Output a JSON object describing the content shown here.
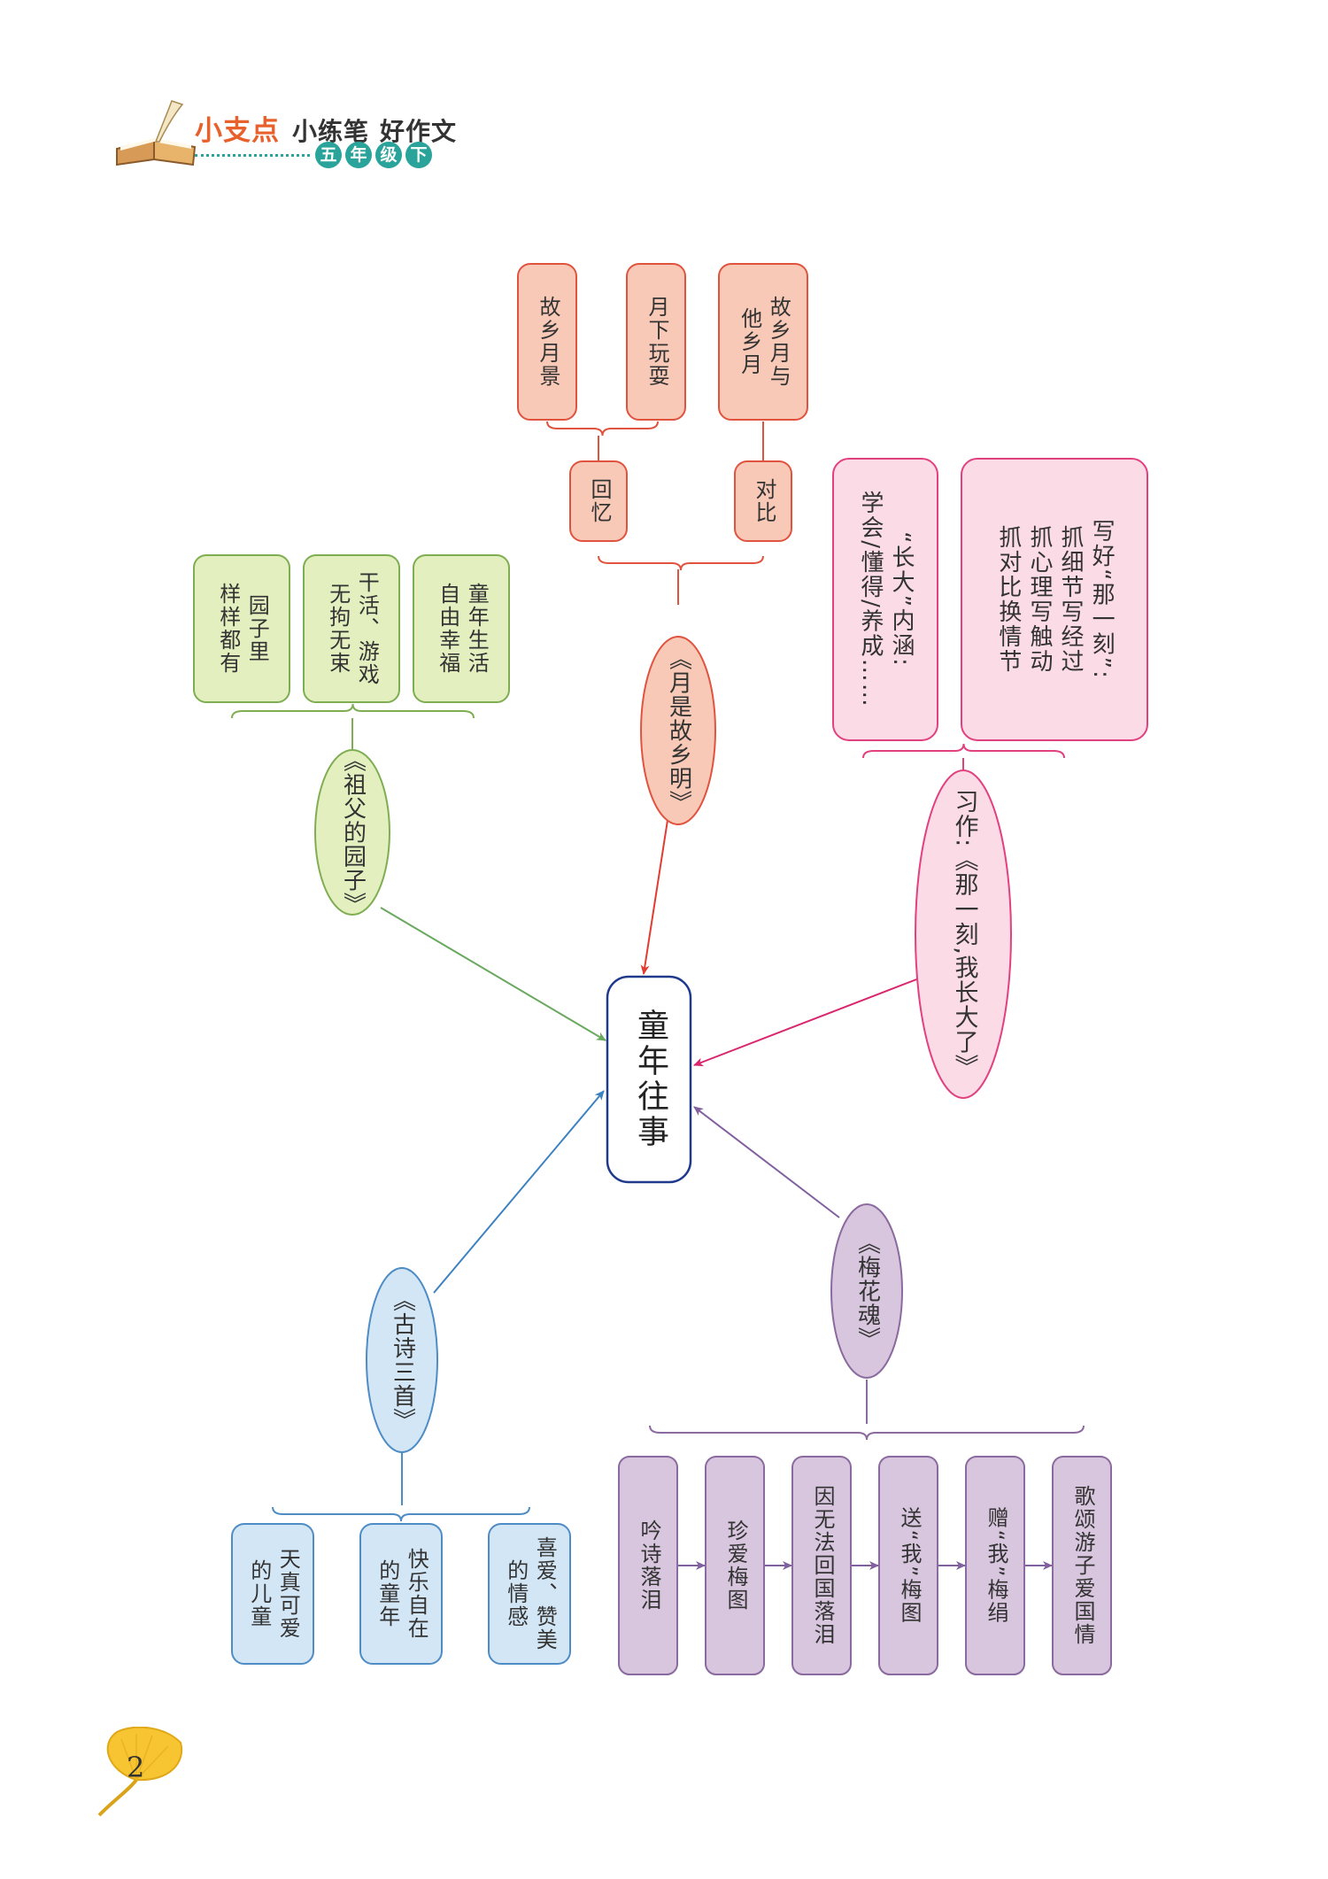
{
  "header": {
    "brand": "小支点",
    "subtitle_1": "小练笔",
    "subtitle_2": "好作文",
    "grade_chars": [
      "五",
      "年",
      "级",
      "下"
    ]
  },
  "page_number": "2",
  "center": {
    "text": "童年往事",
    "stroke": "#1f3a8c"
  },
  "branches": [
    {
      "id": "grandfather-garden",
      "title": "《祖父的园子》",
      "fill": "#e3efbf",
      "stroke": "#7fae52",
      "arrow": "#6aa95f",
      "children": [
        {
          "lines": [
            "园子里",
            "样样都有"
          ]
        },
        {
          "lines": [
            "干活、游戏",
            "无拘无束"
          ]
        },
        {
          "lines": [
            "童年生活",
            "自由幸福"
          ]
        }
      ]
    },
    {
      "id": "moon-hometown",
      "title": "《月是故乡明》",
      "fill": "#f8c9b7",
      "stroke": "#e0533f",
      "arrow": "#e23b32",
      "mid": [
        {
          "text": "回忆",
          "children": [
            {
              "lines": [
                "故乡月景"
              ]
            },
            {
              "lines": [
                "月下玩耍"
              ]
            }
          ]
        },
        {
          "text": "对比",
          "children": [
            {
              "lines": [
                "故乡月与",
                "他乡月"
              ]
            }
          ]
        }
      ]
    },
    {
      "id": "that-moment",
      "title": "习作:《那一刻,我长大了》",
      "fill": "#fbdbe5",
      "stroke": "#e2407f",
      "arrow": "#d9266e",
      "children": [
        {
          "lines": [
            "“长大”内涵:",
            "学会/懂得/养成……"
          ]
        },
        {
          "lines": [
            "写好“那一刻”:",
            "抓细节写经过",
            "抓心理写触动",
            "抓对比换情节"
          ]
        }
      ]
    },
    {
      "id": "ancient-poems",
      "title": "《古诗三首》",
      "fill": "#d3e6f5",
      "stroke": "#4d8cc4",
      "arrow": "#3d82c0",
      "children": [
        {
          "lines": [
            "天真可爱",
            "的儿童"
          ]
        },
        {
          "lines": [
            "快乐自在",
            "的童年"
          ]
        },
        {
          "lines": [
            "喜爱、赞美",
            "的情感"
          ]
        }
      ]
    },
    {
      "id": "plum-soul",
      "title": "《梅花魂》",
      "fill": "#d7c6de",
      "stroke": "#8b6a9f",
      "arrow": "#8160a0",
      "children": [
        {
          "lines": [
            "吟诗落泪"
          ]
        },
        {
          "lines": [
            "珍爱梅图"
          ]
        },
        {
          "lines": [
            "因无法回国落泪"
          ]
        },
        {
          "lines": [
            "送“我”梅图"
          ]
        },
        {
          "lines": [
            "赠“我”梅绢"
          ]
        },
        {
          "lines": [
            "歌颂游子爱国情"
          ]
        }
      ]
    }
  ],
  "icons": {
    "book_icon": "book-quill-icon",
    "leaf_icon": "ginkgo-leaf-icon"
  }
}
